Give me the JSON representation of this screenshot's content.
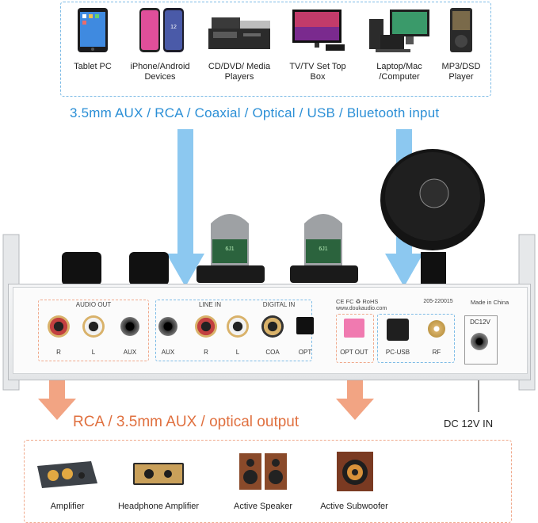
{
  "top_devices": [
    {
      "label": "Tablet PC",
      "icon": "tablet-icon"
    },
    {
      "label": "iPhone/Android Devices",
      "icon": "smartphone-icon"
    },
    {
      "label": "CD/DVD/ Media Players",
      "icon": "media-player-icon"
    },
    {
      "label": "TV/TV Set Top Box",
      "icon": "tv-icon"
    },
    {
      "label": "Laptop/Mac /Computer",
      "icon": "computer-icon"
    },
    {
      "label": "MP3/DSD Player",
      "icon": "mp3-player-icon"
    }
  ],
  "input_caption": "3.5mm AUX / RCA / Coaxial / Optical / USB / Bluetooth input",
  "panel": {
    "audio_out": "AUDIO OUT",
    "line_in": "LINE IN",
    "digital_in": "DIGITAL IN",
    "ports": {
      "r": "R",
      "l": "L",
      "aux": "AUX",
      "coa": "COA",
      "opt": "OPT",
      "opt_out": "OPT OUT",
      "pc_usb": "PC-USB",
      "rf": "RF",
      "dc12v": "DC12V"
    },
    "cert": "CE FC ♻ RoHS",
    "website": "www.doukaudio.com",
    "serial": "205-220015",
    "made_in": "Made in China",
    "tube_text": "6J1"
  },
  "output_caption": "RCA / 3.5mm AUX / optical output",
  "dc_caption": "DC 12V IN",
  "bottom_devices": [
    {
      "label": "Amplifier",
      "icon": "amplifier-icon"
    },
    {
      "label": "Headphone Amplifier",
      "icon": "headphone-amplifier-icon"
    },
    {
      "label": "Active Speaker",
      "icon": "speaker-icon"
    },
    {
      "label": "Active Subwoofer",
      "icon": "subwoofer-icon"
    }
  ],
  "colors": {
    "blue": "#2b8fd6",
    "orange": "#e0703f",
    "blue_arrow": "#8cc8f0",
    "orange_arrow": "#f2a483"
  }
}
